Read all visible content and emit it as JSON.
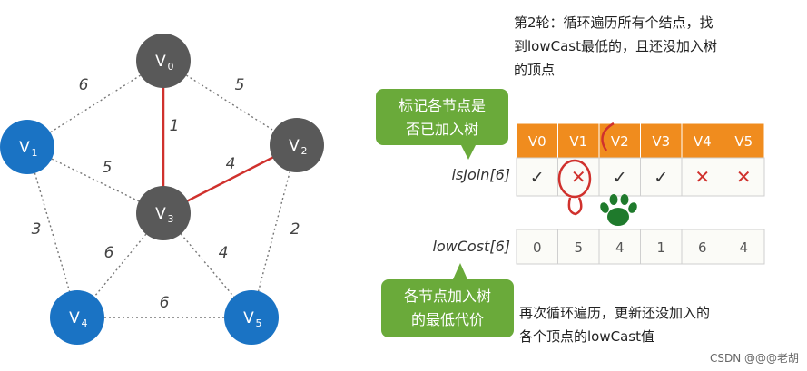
{
  "graph": {
    "nodes": [
      {
        "id": "v0",
        "label": "V",
        "sub": "0",
        "color": "#595959"
      },
      {
        "id": "v1",
        "label": "V",
        "sub": "1",
        "color": "#1a73c4"
      },
      {
        "id": "v2",
        "label": "V",
        "sub": "2",
        "color": "#595959"
      },
      {
        "id": "v3",
        "label": "V",
        "sub": "3",
        "color": "#595959"
      },
      {
        "id": "v4",
        "label": "V",
        "sub": "4",
        "color": "#1a73c4"
      },
      {
        "id": "v5",
        "label": "V",
        "sub": "5",
        "color": "#1a73c4"
      }
    ],
    "edges": [
      {
        "from": "v0",
        "to": "v1",
        "weight": "6",
        "highlight": false
      },
      {
        "from": "v0",
        "to": "v2",
        "weight": "5",
        "highlight": false
      },
      {
        "from": "v0",
        "to": "v3",
        "weight": "1",
        "highlight": true
      },
      {
        "from": "v1",
        "to": "v3",
        "weight": "5",
        "highlight": false
      },
      {
        "from": "v2",
        "to": "v3",
        "weight": "4",
        "highlight": true
      },
      {
        "from": "v1",
        "to": "v4",
        "weight": "3",
        "highlight": false
      },
      {
        "from": "v2",
        "to": "v5",
        "weight": "2",
        "highlight": false
      },
      {
        "from": "v3",
        "to": "v4",
        "weight": "6",
        "highlight": false
      },
      {
        "from": "v3",
        "to": "v5",
        "weight": "4",
        "highlight": false
      },
      {
        "from": "v4",
        "to": "v5",
        "weight": "6",
        "highlight": false
      }
    ],
    "highlight_color": "#d0312d"
  },
  "description_top": [
    "第2轮：循环遍历所有个结点，找",
    "到lowCast最低的，且还没加入树",
    "的顶点"
  ],
  "callout_top": [
    "标记各节点是",
    "否已加入树"
  ],
  "callout_bottom": [
    "各节点加入树",
    "的最低代价"
  ],
  "description_bottom": [
    "再次循环遍历，更新还没加入的",
    "各个顶点的lowCast值"
  ],
  "table": {
    "headers": [
      "V0",
      "V1",
      "V2",
      "V3",
      "V4",
      "V5"
    ],
    "is_join_label": "isJoin[6]",
    "is_join": [
      "check",
      "cross",
      "check",
      "check",
      "cross",
      "cross"
    ],
    "low_cost_label": "lowCost[6]",
    "low_cost": [
      "0",
      "5",
      "4",
      "1",
      "6",
      "4"
    ],
    "header_color": "#f08c1e",
    "check_symbol": "✓",
    "cross_symbol": "✕"
  },
  "callout_color": "#6aaa3a",
  "paw_color": "#1f7a2c",
  "watermark": "CSDN @@@老胡"
}
